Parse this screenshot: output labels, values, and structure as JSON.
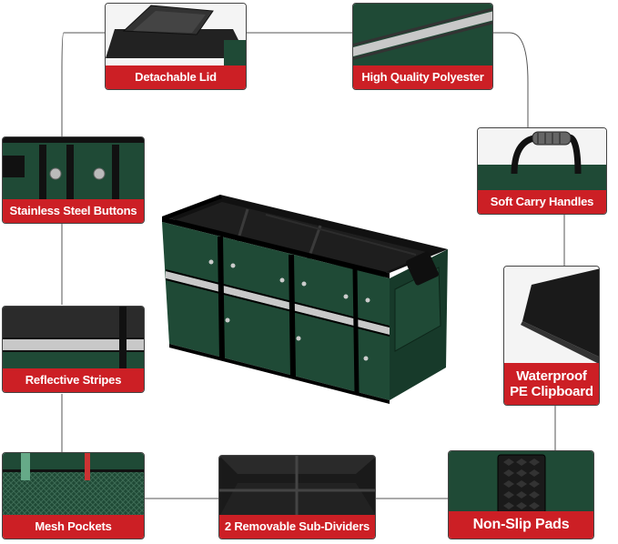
{
  "features": [
    {
      "id": "lid",
      "label": "Detachable Lid",
      "icon": "lid-photo-icon"
    },
    {
      "id": "polyester",
      "label": "High Quality Polyester",
      "icon": "fabric-photo-icon"
    },
    {
      "id": "buttons",
      "label": "Stainless Steel Buttons",
      "icon": "button-photo-icon"
    },
    {
      "id": "handles",
      "label": "Soft Carry Handles",
      "icon": "handle-photo-icon"
    },
    {
      "id": "stripes",
      "label": "Reflective Stripes",
      "icon": "stripe-photo-icon"
    },
    {
      "id": "clipboard",
      "label_line1": "Waterproof",
      "label_line2": "PE Clipboard",
      "icon": "board-photo-icon"
    },
    {
      "id": "mesh",
      "label": "Mesh Pockets",
      "icon": "mesh-photo-icon"
    },
    {
      "id": "dividers",
      "label": "2 Removable Sub-Dividers",
      "icon": "divider-photo-icon"
    },
    {
      "id": "pads",
      "label": "Non-Slip Pads",
      "icon": "pad-photo-icon"
    }
  ],
  "colors": {
    "accent_red": "#cc1f25",
    "fabric_green": "#1f4a36",
    "liner_black": "#1a1a1a",
    "reflective": "#c8c8c8"
  }
}
